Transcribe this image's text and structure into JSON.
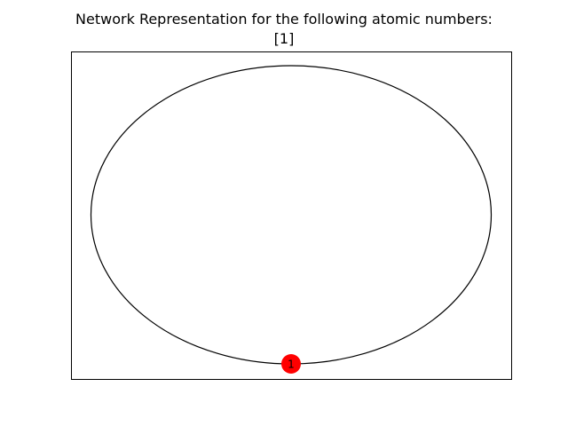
{
  "title": {
    "line1": "Network Representation for the following atomic numbers:",
    "line2": "[1]"
  },
  "network": {
    "nodes": [
      {
        "label": "1",
        "color": "#ff0000"
      }
    ],
    "edge_color": "#000000",
    "node_label_color": "#000000",
    "frame_color": "#000000",
    "background": "#ffffff"
  }
}
